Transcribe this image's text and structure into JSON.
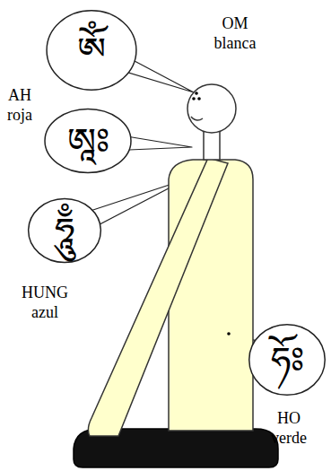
{
  "diagram": {
    "nodes": [
      {
        "text": [
          "ཨོཾ"
        ]
      },
      {
        "text": [
          "ཨཱཿ"
        ]
      },
      {
        "text": [
          "ཧཱུྃ"
        ]
      },
      {
        "text": [
          "ཧོཿ"
        ]
      }
    ],
    "labels": [
      "OM blanca",
      "AH roja",
      "HUNG azul",
      "HO verde"
    ]
  }
}
